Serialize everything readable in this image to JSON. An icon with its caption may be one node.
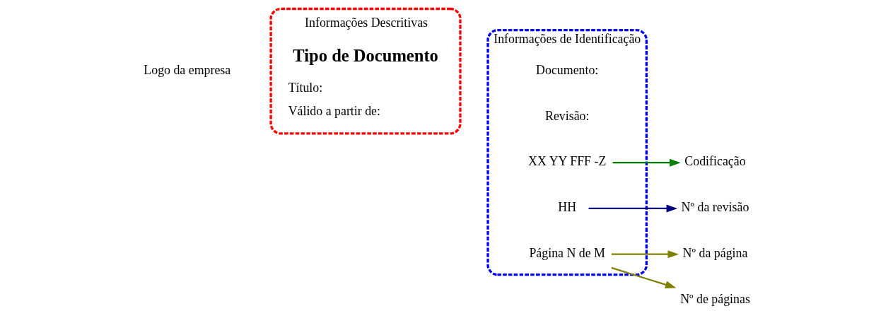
{
  "diagram": {
    "nodes": [
      {
        "text": [
          "Informações Descritivas",
          "Tipo de Documento",
          "Título:",
          "Válido a partir de:"
        ]
      },
      {
        "text": [
          "Informações de Identificação"
        ]
      },
      {
        "text": [
          "XX YY FFF -Z"
        ],
        "in": 1
      },
      {
        "text": [
          "HH"
        ],
        "in": 1
      },
      {
        "text": [
          "Página N de M"
        ],
        "in": 1
      },
      {
        "text": [
          "Codificação"
        ]
      },
      {
        "text": [
          "Nº da revisão"
        ]
      },
      {
        "text": [
          "Nº da página"
        ]
      },
      {
        "text": [
          "Nº de páginas"
        ]
      }
    ],
    "edges": [
      {
        "from": 2,
        "to": 5,
        "arrow": "to",
        "color": "#008000"
      },
      {
        "from": 3,
        "to": 6,
        "arrow": "to",
        "color": "#000080"
      },
      {
        "from": 4,
        "to": 7,
        "arrow": "to",
        "color": "#808000"
      },
      {
        "from": 4,
        "to": 8,
        "arrow": "to",
        "color": "#808000"
      }
    ],
    "labels": [
      "Logo da empresa",
      "Documento:",
      "Revisão:"
    ]
  }
}
